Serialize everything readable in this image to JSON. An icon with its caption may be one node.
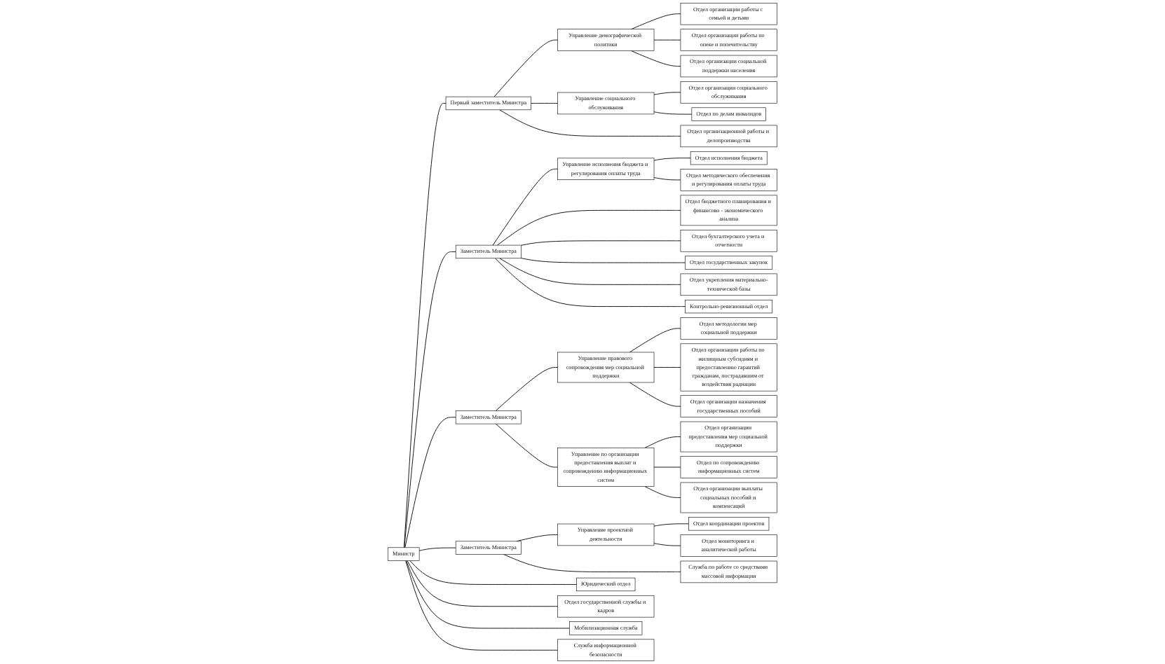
{
  "diagram": {
    "nodes": [
      {
        "text": [
          "Министр"
        ]
      },
      {
        "text": [
          "Первый заместитель Министра"
        ]
      },
      {
        "text": [
          "Управление демографической политики"
        ]
      },
      {
        "text": [
          "Отдел организации работы с семьей и детьми"
        ]
      },
      {
        "text": [
          "Отдел организации работы по опеке и попечительству"
        ]
      },
      {
        "text": [
          "Отдел организации социальной поддержки населения"
        ]
      },
      {
        "text": [
          "Управление социального обслуживания"
        ]
      },
      {
        "text": [
          "Отдел организации социального обслуживания"
        ]
      },
      {
        "text": [
          "Отдел по делам инвалидов"
        ]
      },
      {
        "text": [
          "Отдел организационной работы и делопроизводства"
        ]
      },
      {
        "text": [
          "Заместитель Министра"
        ]
      },
      {
        "text": [
          "Управление исполнения бюджета и регулирования оплаты труда"
        ]
      },
      {
        "text": [
          "Отдел исполнения бюджета"
        ]
      },
      {
        "text": [
          "Отдел методического обеспечения и регулирования оплаты труда"
        ]
      },
      {
        "text": [
          "Отдел бюджетного планирования и финансово - экономического анализа"
        ]
      },
      {
        "text": [
          "Отдел бухгалтерского учета и отчетности"
        ]
      },
      {
        "text": [
          "Отдел государственных закупок"
        ]
      },
      {
        "text": [
          "Отдел укрепления материально-технической базы"
        ]
      },
      {
        "text": [
          "Контрольно-ревизионный отдел"
        ]
      },
      {
        "text": [
          "Заместитель Министра"
        ]
      },
      {
        "text": [
          "Управление правового сопровождения мер социальной поддержки"
        ]
      },
      {
        "text": [
          "Отдел методологии мер социальной поддержки"
        ]
      },
      {
        "text": [
          "Отдел организации работы по жилищным субсидиям и предоставлению гарантий гражданам, пострадавшим от воздействия радиации"
        ]
      },
      {
        "text": [
          "Отдел организации назначения государственных пособий"
        ]
      },
      {
        "text": [
          "Управление по организации предоставления выплат и сопровождению информационных систем"
        ]
      },
      {
        "text": [
          "Отдел организации предоставления мер социальной поддержки"
        ]
      },
      {
        "text": [
          "Отдел по сопровождению информационных систем"
        ]
      },
      {
        "text": [
          "Отдел организации выплаты социальных пособий и компенсаций"
        ]
      },
      {
        "text": [
          "Заместитель Министра"
        ]
      },
      {
        "text": [
          "Управление проектной деятельности"
        ]
      },
      {
        "text": [
          "Отдел координации проектов"
        ]
      },
      {
        "text": [
          "Отдел мониторинга и аналитической работы"
        ]
      },
      {
        "text": [
          "Служба по работе со средствами массовой информации"
        ]
      },
      {
        "text": [
          "Юридический отдел"
        ]
      },
      {
        "text": [
          "Отдел государственной службы и кадров"
        ]
      },
      {
        "text": [
          "Мобилизационная служба"
        ]
      },
      {
        "text": [
          "Служба информационной безопасности"
        ]
      }
    ],
    "edges": [
      {
        "from": 0,
        "to": 1,
        "arrow": "none"
      },
      {
        "from": 0,
        "to": 10,
        "arrow": "none"
      },
      {
        "from": 0,
        "to": 19,
        "arrow": "none"
      },
      {
        "from": 0,
        "to": 28,
        "arrow": "none"
      },
      {
        "from": 1,
        "to": 2,
        "arrow": "none"
      },
      {
        "from": 2,
        "to": 3,
        "arrow": "none"
      },
      {
        "from": 2,
        "to": 4,
        "arrow": "none"
      },
      {
        "from": 2,
        "to": 5,
        "arrow": "none"
      },
      {
        "from": 1,
        "to": 6,
        "arrow": "none"
      },
      {
        "from": 6,
        "to": 7,
        "arrow": "none"
      },
      {
        "from": 6,
        "to": 8,
        "arrow": "none"
      },
      {
        "from": 1,
        "to": 9,
        "arrow": "none"
      },
      {
        "from": 10,
        "to": 11,
        "arrow": "none"
      },
      {
        "from": 11,
        "to": 12,
        "arrow": "none"
      },
      {
        "from": 11,
        "to": 13,
        "arrow": "none"
      },
      {
        "from": 10,
        "to": 14,
        "arrow": "none"
      },
      {
        "from": 10,
        "to": 15,
        "arrow": "none"
      },
      {
        "from": 10,
        "to": 16,
        "arrow": "none"
      },
      {
        "from": 10,
        "to": 17,
        "arrow": "none"
      },
      {
        "from": 10,
        "to": 18,
        "arrow": "none"
      },
      {
        "from": 19,
        "to": 20,
        "arrow": "none"
      },
      {
        "from": 20,
        "to": 21,
        "arrow": "none"
      },
      {
        "from": 20,
        "to": 22,
        "arrow": "none"
      },
      {
        "from": 20,
        "to": 23,
        "arrow": "none"
      },
      {
        "from": 19,
        "to": 24,
        "arrow": "none"
      },
      {
        "from": 24,
        "to": 25,
        "arrow": "none"
      },
      {
        "from": 24,
        "to": 26,
        "arrow": "none"
      },
      {
        "from": 24,
        "to": 27,
        "arrow": "none"
      },
      {
        "from": 28,
        "to": 29,
        "arrow": "none"
      },
      {
        "from": 29,
        "to": 30,
        "arrow": "none"
      },
      {
        "from": 29,
        "to": 31,
        "arrow": "none"
      },
      {
        "from": 28,
        "to": 32,
        "arrow": "none"
      },
      {
        "from": 0,
        "to": 33,
        "arrow": "none"
      },
      {
        "from": 0,
        "to": 34,
        "arrow": "none"
      },
      {
        "from": 0,
        "to": 35,
        "arrow": "none"
      },
      {
        "from": 0,
        "to": 36,
        "arrow": "none"
      }
    ]
  }
}
